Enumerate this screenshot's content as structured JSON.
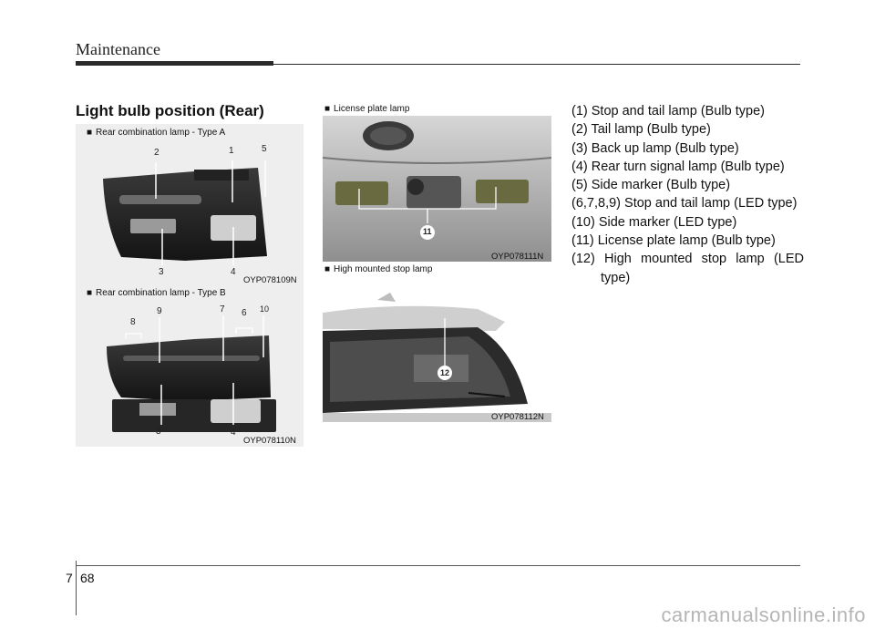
{
  "header": {
    "title": "Maintenance"
  },
  "section_title": "Light bulb position (Rear)",
  "panels": {
    "type_a": {
      "caption": "Rear combination lamp - Type A",
      "code": "OYP078109N",
      "callouts": [
        "2",
        "1",
        "5",
        "3",
        "4"
      ]
    },
    "type_b": {
      "caption": "Rear combination lamp - Type B",
      "code": "OYP078110N",
      "callouts": [
        "8",
        "9",
        "7",
        "6",
        "10",
        "3",
        "4"
      ]
    },
    "license": {
      "caption": "License plate lamp",
      "code": "OYP078111N",
      "callouts": [
        "11"
      ]
    },
    "high_stop": {
      "caption": "High mounted stop lamp",
      "code": "OYP078112N",
      "callouts": [
        "12"
      ]
    }
  },
  "bulb_list": [
    "(1) Stop and tail lamp (Bulb type)",
    "(2) Tail lamp (Bulb type)",
    "(3) Back up lamp (Bulb type)",
    "(4) Rear turn signal lamp (Bulb type)",
    "(5) Side marker (Bulb type)",
    "(6,7,8,9) Stop and tail lamp (LED type)",
    "(10) Side marker (LED type)",
    "(11) License plate lamp (Bulb type)",
    "(12) High mounted stop lamp (LED type)"
  ],
  "footer": {
    "chapter": "7",
    "page": "68"
  },
  "watermark": "carmanualsonline.info",
  "bullet_glyph": "■"
}
